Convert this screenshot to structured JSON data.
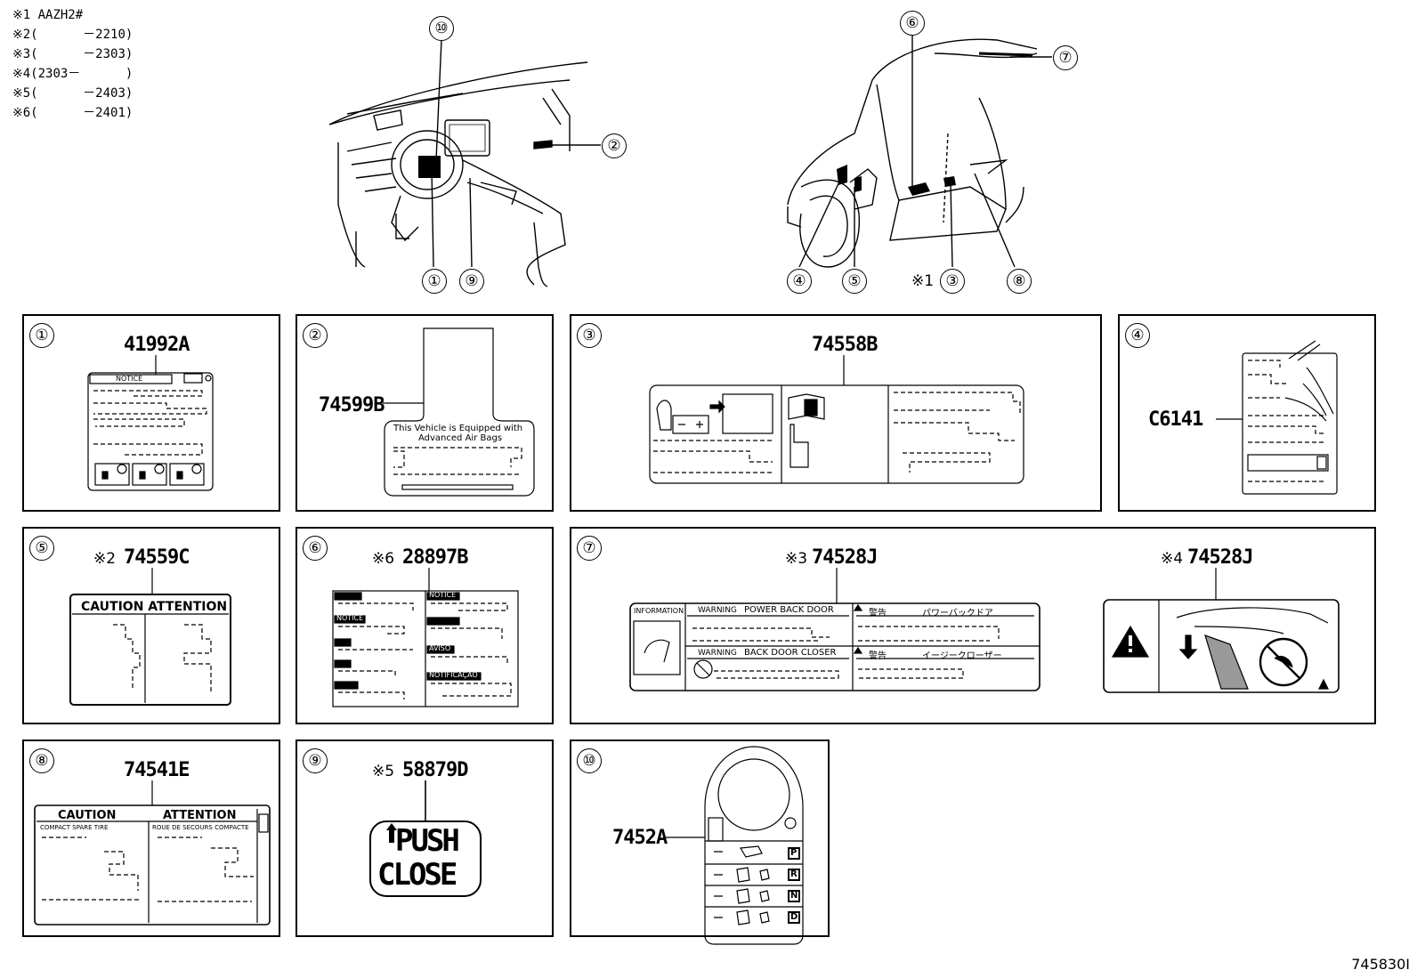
{
  "notes": [
    "※1 AAZH2#",
    "※2(      －2210)",
    "※3(      －2303)",
    "※4(2303－      )",
    "※5(      －2403)",
    "※6(      －2401)"
  ],
  "overview": {
    "front_callouts": [
      "⑩",
      "②",
      "①",
      "⑨"
    ],
    "rear_callouts": [
      "⑥",
      "⑦",
      "④",
      "⑤",
      "※1",
      "③",
      "⑧"
    ]
  },
  "panels": [
    {
      "num": "①",
      "part": "41992A",
      "texts": [
        "NOTICE"
      ]
    },
    {
      "num": "②",
      "part": "74599B",
      "texts": [
        "This Vehicle is Equipped with",
        "Advanced Air Bags"
      ]
    },
    {
      "num": "③",
      "part": "74558B",
      "texts": []
    },
    {
      "num": "④",
      "part": "C6141",
      "texts": []
    },
    {
      "num": "⑤",
      "note": "※2",
      "part": "74559C",
      "texts": [
        "CAUTION  ATTENTION"
      ]
    },
    {
      "num": "⑥",
      "note": "※6",
      "part": "28897B",
      "texts": [
        "NOTICE",
        "NOTICE",
        "AVISO",
        "NOTIFICAÇÃO"
      ]
    },
    {
      "num": "⑦",
      "note": "※3",
      "part": "74528J",
      "note2": "※4",
      "part2": "74528J",
      "texts": [
        "INFORMATION",
        "WARNING",
        "POWER BACK DOOR",
        "警告",
        "パワーバックドア",
        "WARNING",
        "BACK DOOR CLOSER",
        "警告",
        "イージークローザー"
      ]
    },
    {
      "num": "⑧",
      "part": "74541E",
      "texts": [
        "CAUTION",
        "ATTENTION",
        "COMPACT SPARE TIRE",
        "ROUE DE SECOURS COMPACTE"
      ]
    },
    {
      "num": "⑨",
      "note": "※5",
      "part": "58879D",
      "texts": [
        "PUSH",
        "CLOSE"
      ]
    },
    {
      "num": "⑩",
      "part": "7452A",
      "texts": [
        "P",
        "R",
        "N",
        "D"
      ]
    }
  ],
  "diagram_code": "745830I"
}
